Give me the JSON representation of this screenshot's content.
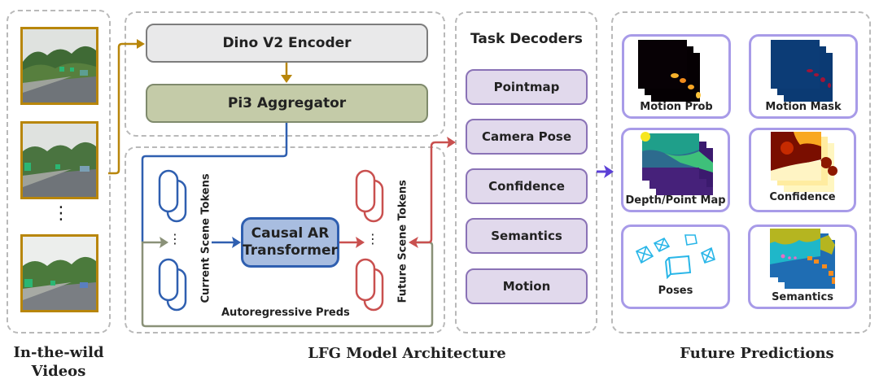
{
  "input": {
    "caption_line1": "In-the-wild",
    "caption_line2": "Videos",
    "frames": [
      "video-frame-1",
      "video-frame-2",
      "video-frame-n"
    ],
    "ellipsis": "⋮"
  },
  "architecture": {
    "caption": "LFG Model Architecture",
    "encoder_label": "Dino V2 Encoder",
    "aggregator_label": "Pi3 Aggregator",
    "transformer_line1": "Causal AR",
    "transformer_line2": "Transformer",
    "current_tokens_label": "Current Scene Tokens",
    "future_tokens_label": "Future Scene Tokens",
    "loop_label": "Autoregressive Preds",
    "ellipsis": "⋮"
  },
  "decoders": {
    "title": "Task Decoders",
    "items": [
      "Pointmap",
      "Camera Pose",
      "Confidence",
      "Semantics",
      "Motion"
    ]
  },
  "predictions": {
    "caption": "Future Predictions",
    "items": [
      "Motion Prob",
      "Motion Mask",
      "Depth/Point Map",
      "Confidence",
      "Poses",
      "Semantics"
    ]
  },
  "colors": {
    "video_frame": "#b8860b",
    "encoder_arrow": "#b8860b",
    "current_tokens": "#2f5fb0",
    "future_tokens": "#c9504f",
    "loop": "#8a9178",
    "decoder_border": "#8a72b6",
    "prediction_border": "#a89be8",
    "arrow_to_predictions": "#5b3fd6"
  }
}
